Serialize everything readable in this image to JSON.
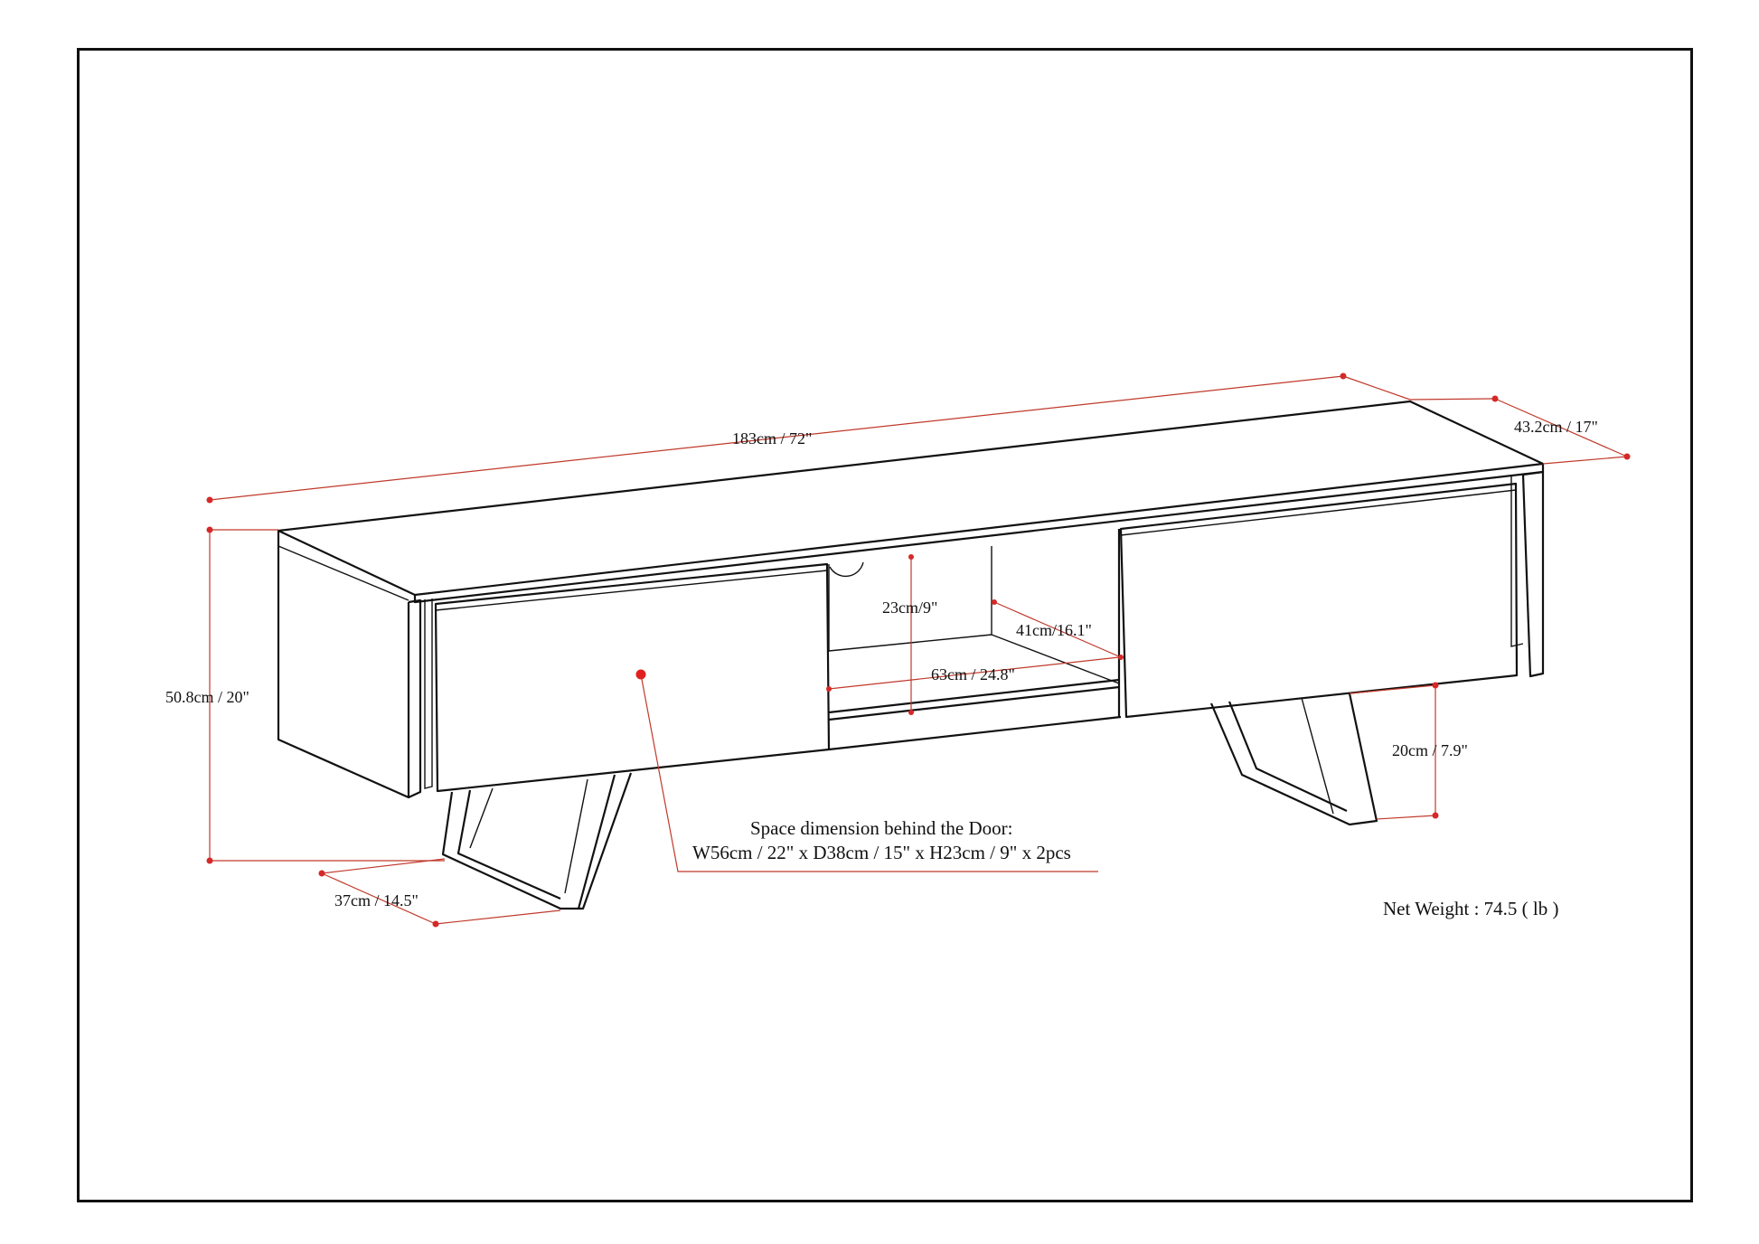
{
  "dimensions": {
    "width": "183cm / 72\"",
    "depth": "43.2cm / 17\"",
    "height": "50.8cm / 20\"",
    "shelf_height": "23cm/9\"",
    "shelf_depth": "41cm/16.1\"",
    "shelf_width": "63cm / 24.8\"",
    "leg_height": "20cm / 7.9\"",
    "leg_depth": "37cm / 14.5\""
  },
  "notes": {
    "space_title": "Space dimension behind the Door:",
    "space_dims": "W56cm / 22\" x D38cm / 15\" x H23cm / 9\" x 2pcs",
    "net_weight": "Net Weight : 74.5 ( lb )"
  },
  "colors": {
    "dimension_line": "#c0392b",
    "marker": "#d62828",
    "outline": "#111111"
  }
}
